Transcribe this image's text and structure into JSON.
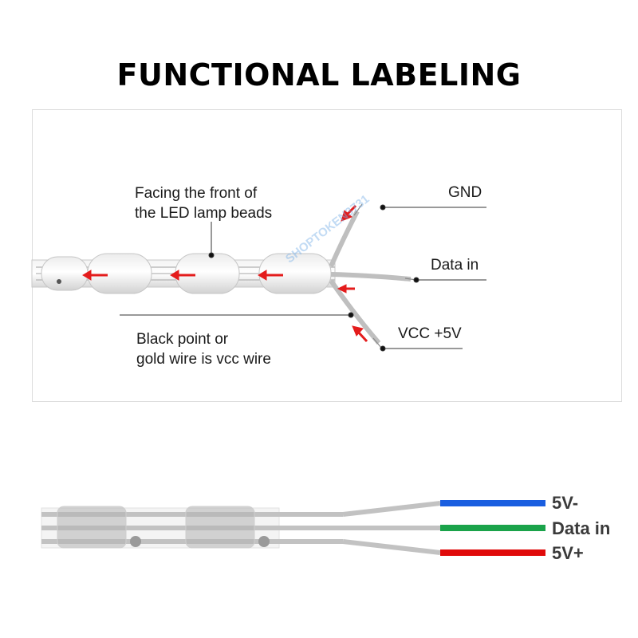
{
  "title": "FUNCTIONAL LABELING",
  "top_diagram": {
    "front_label_line1": "Facing the front of",
    "front_label_line2": "the LED lamp beads",
    "vcc_note_line1": "Black point or",
    "vcc_note_line2": "gold wire is vcc wire",
    "wire_gnd": "GND",
    "wire_data": "Data in",
    "wire_vcc": "VCC +5V",
    "watermark": "SHOPTOKEN3731",
    "arrow_color": "#e41c1c"
  },
  "bottom_diagram": {
    "wires": [
      {
        "label": "5V-",
        "color": "#1a5ee0"
      },
      {
        "label": "Data in",
        "color": "#1aa34a"
      },
      {
        "label": "5V+",
        "color": "#e00a0a"
      }
    ]
  }
}
